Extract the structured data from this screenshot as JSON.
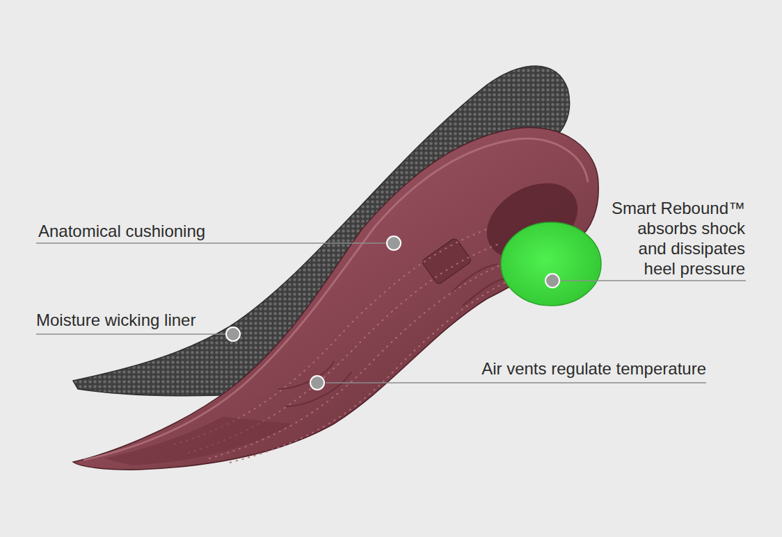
{
  "diagram": {
    "labels": [
      "Anatomical cushioning",
      "Moisture wicking liner",
      "Smart Rebound™ absorbs shock and dissipates heel pressure",
      "Air vents regulate temperature"
    ]
  }
}
